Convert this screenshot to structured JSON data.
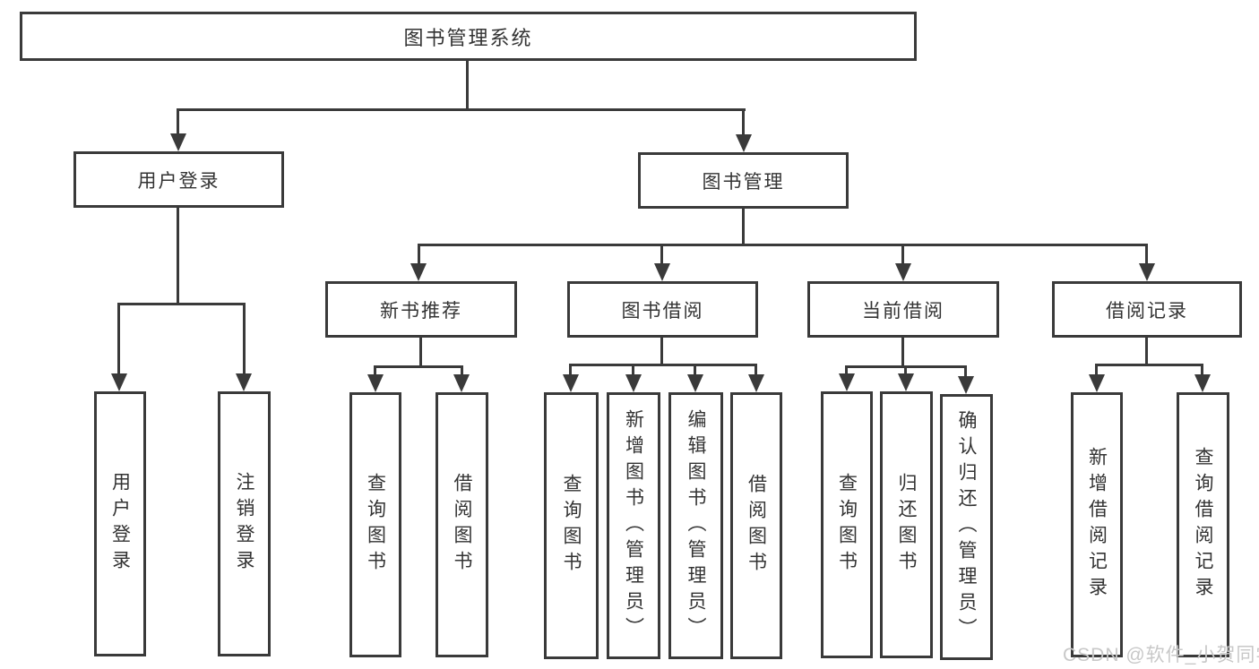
{
  "colors": {
    "line": "#3a3a3a",
    "text": "#333333",
    "background": "#ffffff",
    "watermark": "#c8c8c8"
  },
  "watermark": {
    "text": "CSDN @软件_小贺同学"
  },
  "tree": {
    "label": "图书管理系统",
    "children": [
      {
        "label": "用户登录",
        "children": [
          {
            "label": "用户登录"
          },
          {
            "label": "注销登录"
          }
        ]
      },
      {
        "label": "图书管理",
        "children": [
          {
            "label": "新书推荐",
            "children": [
              {
                "label": "查询图书"
              },
              {
                "label": "借阅图书"
              }
            ]
          },
          {
            "label": "图书借阅",
            "children": [
              {
                "label": "查询图书"
              },
              {
                "label": "新增图书（管理员）"
              },
              {
                "label": "编辑图书（管理员）"
              },
              {
                "label": "借阅图书"
              }
            ]
          },
          {
            "label": "当前借阅",
            "children": [
              {
                "label": "查询图书"
              },
              {
                "label": "归还图书"
              },
              {
                "label": "确认归还（管理员）"
              }
            ]
          },
          {
            "label": "借阅记录",
            "children": [
              {
                "label": "新增借阅记录"
              },
              {
                "label": "查询借阅记录"
              }
            ]
          }
        ]
      }
    ]
  }
}
